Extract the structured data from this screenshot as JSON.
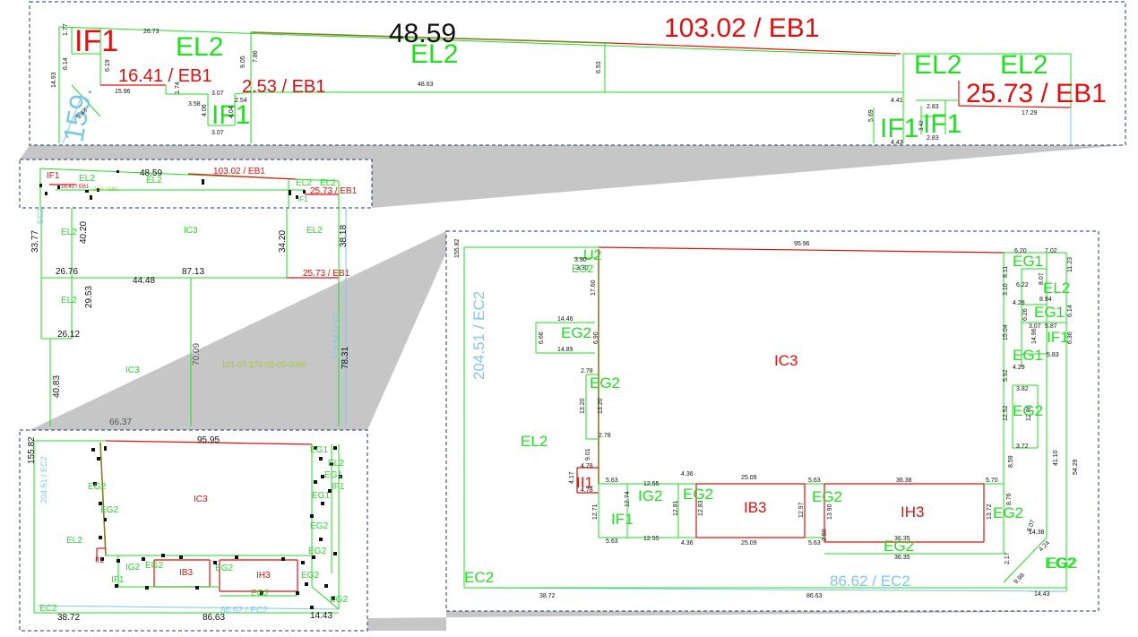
{
  "top_panel": {
    "labels": {
      "if1_a": "IF1",
      "el2_a": "EL2",
      "el2_b": "EL2",
      "el2_c": "EL2",
      "el2_d": "EL2",
      "if1_b": "IF1",
      "if1_c": "IF1",
      "if1_d": "IF1",
      "len_4859": "48.59",
      "eb1_10302": "103.02 / EB1",
      "eb1_1641": "16.41 / EB1",
      "eb1_253": "2.53 / EB1",
      "eb1_2573": "25.73 / EB1",
      "ec_159": "159.",
      "d_2673": "26.73",
      "d_177": "1.77",
      "d_614": "6.14",
      "d_619": "6.19",
      "d_1493": "14.93",
      "d_1596": "15.96",
      "d_948": "9.48",
      "d_174": "1.74",
      "d_358": "3.58",
      "d_307a": "3.07",
      "d_254": "2.54",
      "d_406": "4.06",
      "d_404": "4.04",
      "d_307b": "3.07",
      "d_905": "9.05",
      "d_786": "7.86",
      "d_4863": "48.63",
      "d_693": "6.93",
      "d_441": "4.41",
      "d_569": "5.69",
      "d_283a": "2.83",
      "d_283b": "2.83",
      "d_443": "4.43",
      "d_1729": "17.29",
      "d_342": "3.42"
    }
  },
  "overview_strip": {
    "labels": {
      "if1": "IF1",
      "el2_a": "EL2",
      "el2_b": "EL2",
      "el2_c": "EL2",
      "el2_d": "EL2",
      "len_4859": "48.59",
      "eb1_10302": "103.02 / EB1",
      "eb1_1641": "16.41 / EB1",
      "eb1_253": "2.53 / EB1",
      "eb1_2573": "25.73 / EB1",
      "if1_b": "IF1"
    }
  },
  "middle_plan": {
    "labels": {
      "el2_a": "EL2",
      "ic3_a": "IC3",
      "el2_b": "EL2",
      "d_3377": "33.77",
      "d_4020": "40.20",
      "d_3420": "34.20",
      "d_3818": "38.18",
      "d_2676": "26.76",
      "d_4448": "44.48",
      "d_8713": "87.13",
      "eb1_2573": "25.73 / EB1",
      "el2_c": "EL2",
      "d_2953": "29.53",
      "d_2612": "26.12",
      "ic3_b": "IC3",
      "d_7009": "70.09",
      "parcel_id": "101-07-170-02-00-0000",
      "ec2_11854": "118.54 / EC2",
      "d_7831": "78.31",
      "d_4083": "40.83",
      "d_6637": "66.37",
      "ec2_left": "EC2"
    }
  },
  "bottom_left_plan": {
    "labels": {
      "d_15582": "155.82",
      "ec2_20451": "204.51 / EC2",
      "d_9595": "95.95",
      "ic3": "IC3",
      "eg2_a": "EG2",
      "eg2_b": "EG2",
      "el2": "EL2",
      "ii1": "II1",
      "ig2": "IG2",
      "eg2_c": "EG2",
      "ib3": "IB3",
      "eg2_d": "EG2",
      "ih3": "IH3",
      "eg2_e": "EG2",
      "if1": "IF1",
      "eg2_f": "EG2",
      "ec2_a": "EC2",
      "d_3872": "38.72",
      "d_8663": "86.63",
      "ec2_8662": "86.62 / EC2",
      "d_1443": "14.43",
      "eg2_g": "EG2",
      "eg1_a": "EG1",
      "el2_b": "EL2",
      "eg1_b": "EG1",
      "if1_b": "IF1",
      "eg1_c": "EG1",
      "eg2_h": "EG2",
      "eg2_i": "EG2"
    }
  },
  "right_plan": {
    "labels": {
      "d_15582": "155.82",
      "d_9596": "95.96",
      "ec2_20451": "204.51 / EC2",
      "u2": "U2",
      "d_390": "3.90",
      "d_330": "3.30",
      "eg2_top": "EG2",
      "d_1760": "17.60",
      "d_1446": "14.46",
      "d_666": "6.66",
      "eg2_a": "EG2",
      "d_690": "6.90",
      "d_1489": "14.89",
      "ic3": "IC3",
      "d_278a": "2.78",
      "eg2_b": "EG2",
      "d_1320a": "13.20",
      "d_1320b": "13.20",
      "el2": "EL2",
      "d_278b": "2.78",
      "d_901": "9.01",
      "d_478a": "4.78",
      "d_417": "4.17",
      "ii1": "II1",
      "d_478b": "4.78",
      "d_563a": "5.63",
      "d_1255a": "12.55",
      "d_436a": "4.36",
      "d_2509a": "25.09",
      "d_563b": "5.63",
      "d_3638a": "36.38",
      "d_570": "5.70",
      "ig2": "IG2",
      "d_1274": "12.74",
      "eg2_c": "EG2",
      "d_1281": "12.81",
      "d_1283": "12.83",
      "ib3": "IB3",
      "d_1297": "12.97",
      "eg2_d": "EG2",
      "d_1390": "13.90",
      "ih3": "IH3",
      "d_1372": "13.72",
      "eg2_e": "EG2",
      "d_1271": "12.71",
      "if1": "IF1",
      "d_250": "2.50",
      "d_3635a": "36.35",
      "d_3635b": "36.35",
      "eg2_f": "EG2",
      "d_563c": "5.63",
      "d_1255b": "12.55",
      "d_436b": "4.36",
      "d_2509b": "25.09",
      "d_563d": "5.63",
      "d_217": "2.17",
      "ec2_a": "EC2",
      "ec2_8662": "86.62 / EC2",
      "d_3872": "38.72",
      "d_8663": "86.63",
      "d_1443": "14.43",
      "d_998": "9.98",
      "eg2_g": "EG2",
      "d_620": "6.20",
      "d_702": "7.02",
      "eg1_a": "EG1",
      "d_811": "8.11",
      "d_807": "8.07",
      "d_1123": "11.23",
      "d_622": "6.22",
      "el2_b": "EL2",
      "d_310": "3.10",
      "d_894": "8.94",
      "d_428": "4.28",
      "eg1_b": "EG1",
      "d_626": "6.26",
      "d_614": "6.14",
      "d_307": "3.07",
      "d_587": "5.87",
      "d_1504": "15.04",
      "if1_b": "IF1",
      "d_1496": "14.96",
      "d_636": "6.36",
      "eg1_c": "EG1",
      "d_583": "5.83",
      "d_429": "4.29",
      "d_592": "5.92",
      "d_382": "3.82",
      "d_1252": "12.52",
      "d_1286": "12.86",
      "eg2_h": "EG2",
      "d_372": "3.72",
      "d_859": "8.59",
      "d_4110": "41.10",
      "d_5429": "54.29",
      "d_876": "8.76",
      "d_807b": "8.07",
      "d_1438": "14.38",
      "d_424": "4.24",
      "eg2_i": "EG2"
    }
  }
}
